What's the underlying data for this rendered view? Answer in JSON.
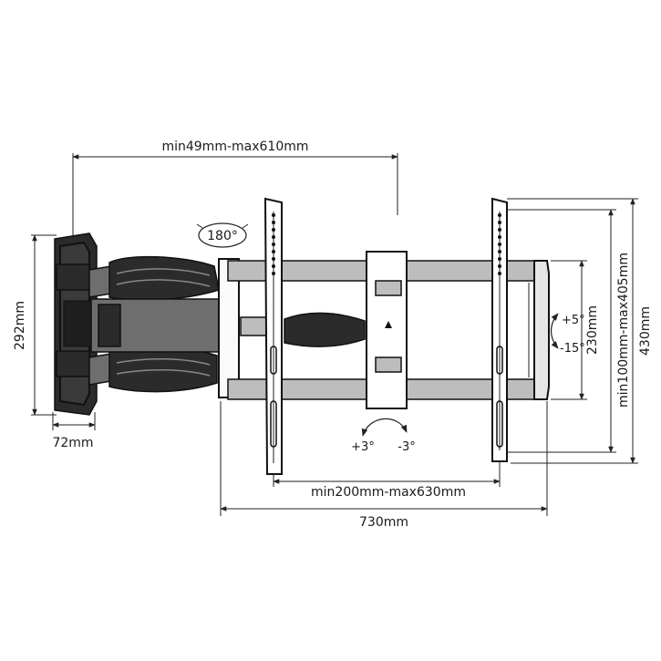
{
  "labels": {
    "arm_extension": "min49mm-max610mm",
    "swivel": "180°",
    "wall_plate_height": "292mm",
    "wall_plate_width": "72mm",
    "tilt_up": "+5°",
    "tilt_down": "-15°",
    "rotation_pos": "+3°",
    "rotation_neg": "-3°",
    "vesa_horizontal": "min200mm-max630mm",
    "total_width": "730mm",
    "frame_inner_height": "230mm",
    "vesa_vertical": "min100mm-max405mm",
    "total_height": "430mm"
  }
}
